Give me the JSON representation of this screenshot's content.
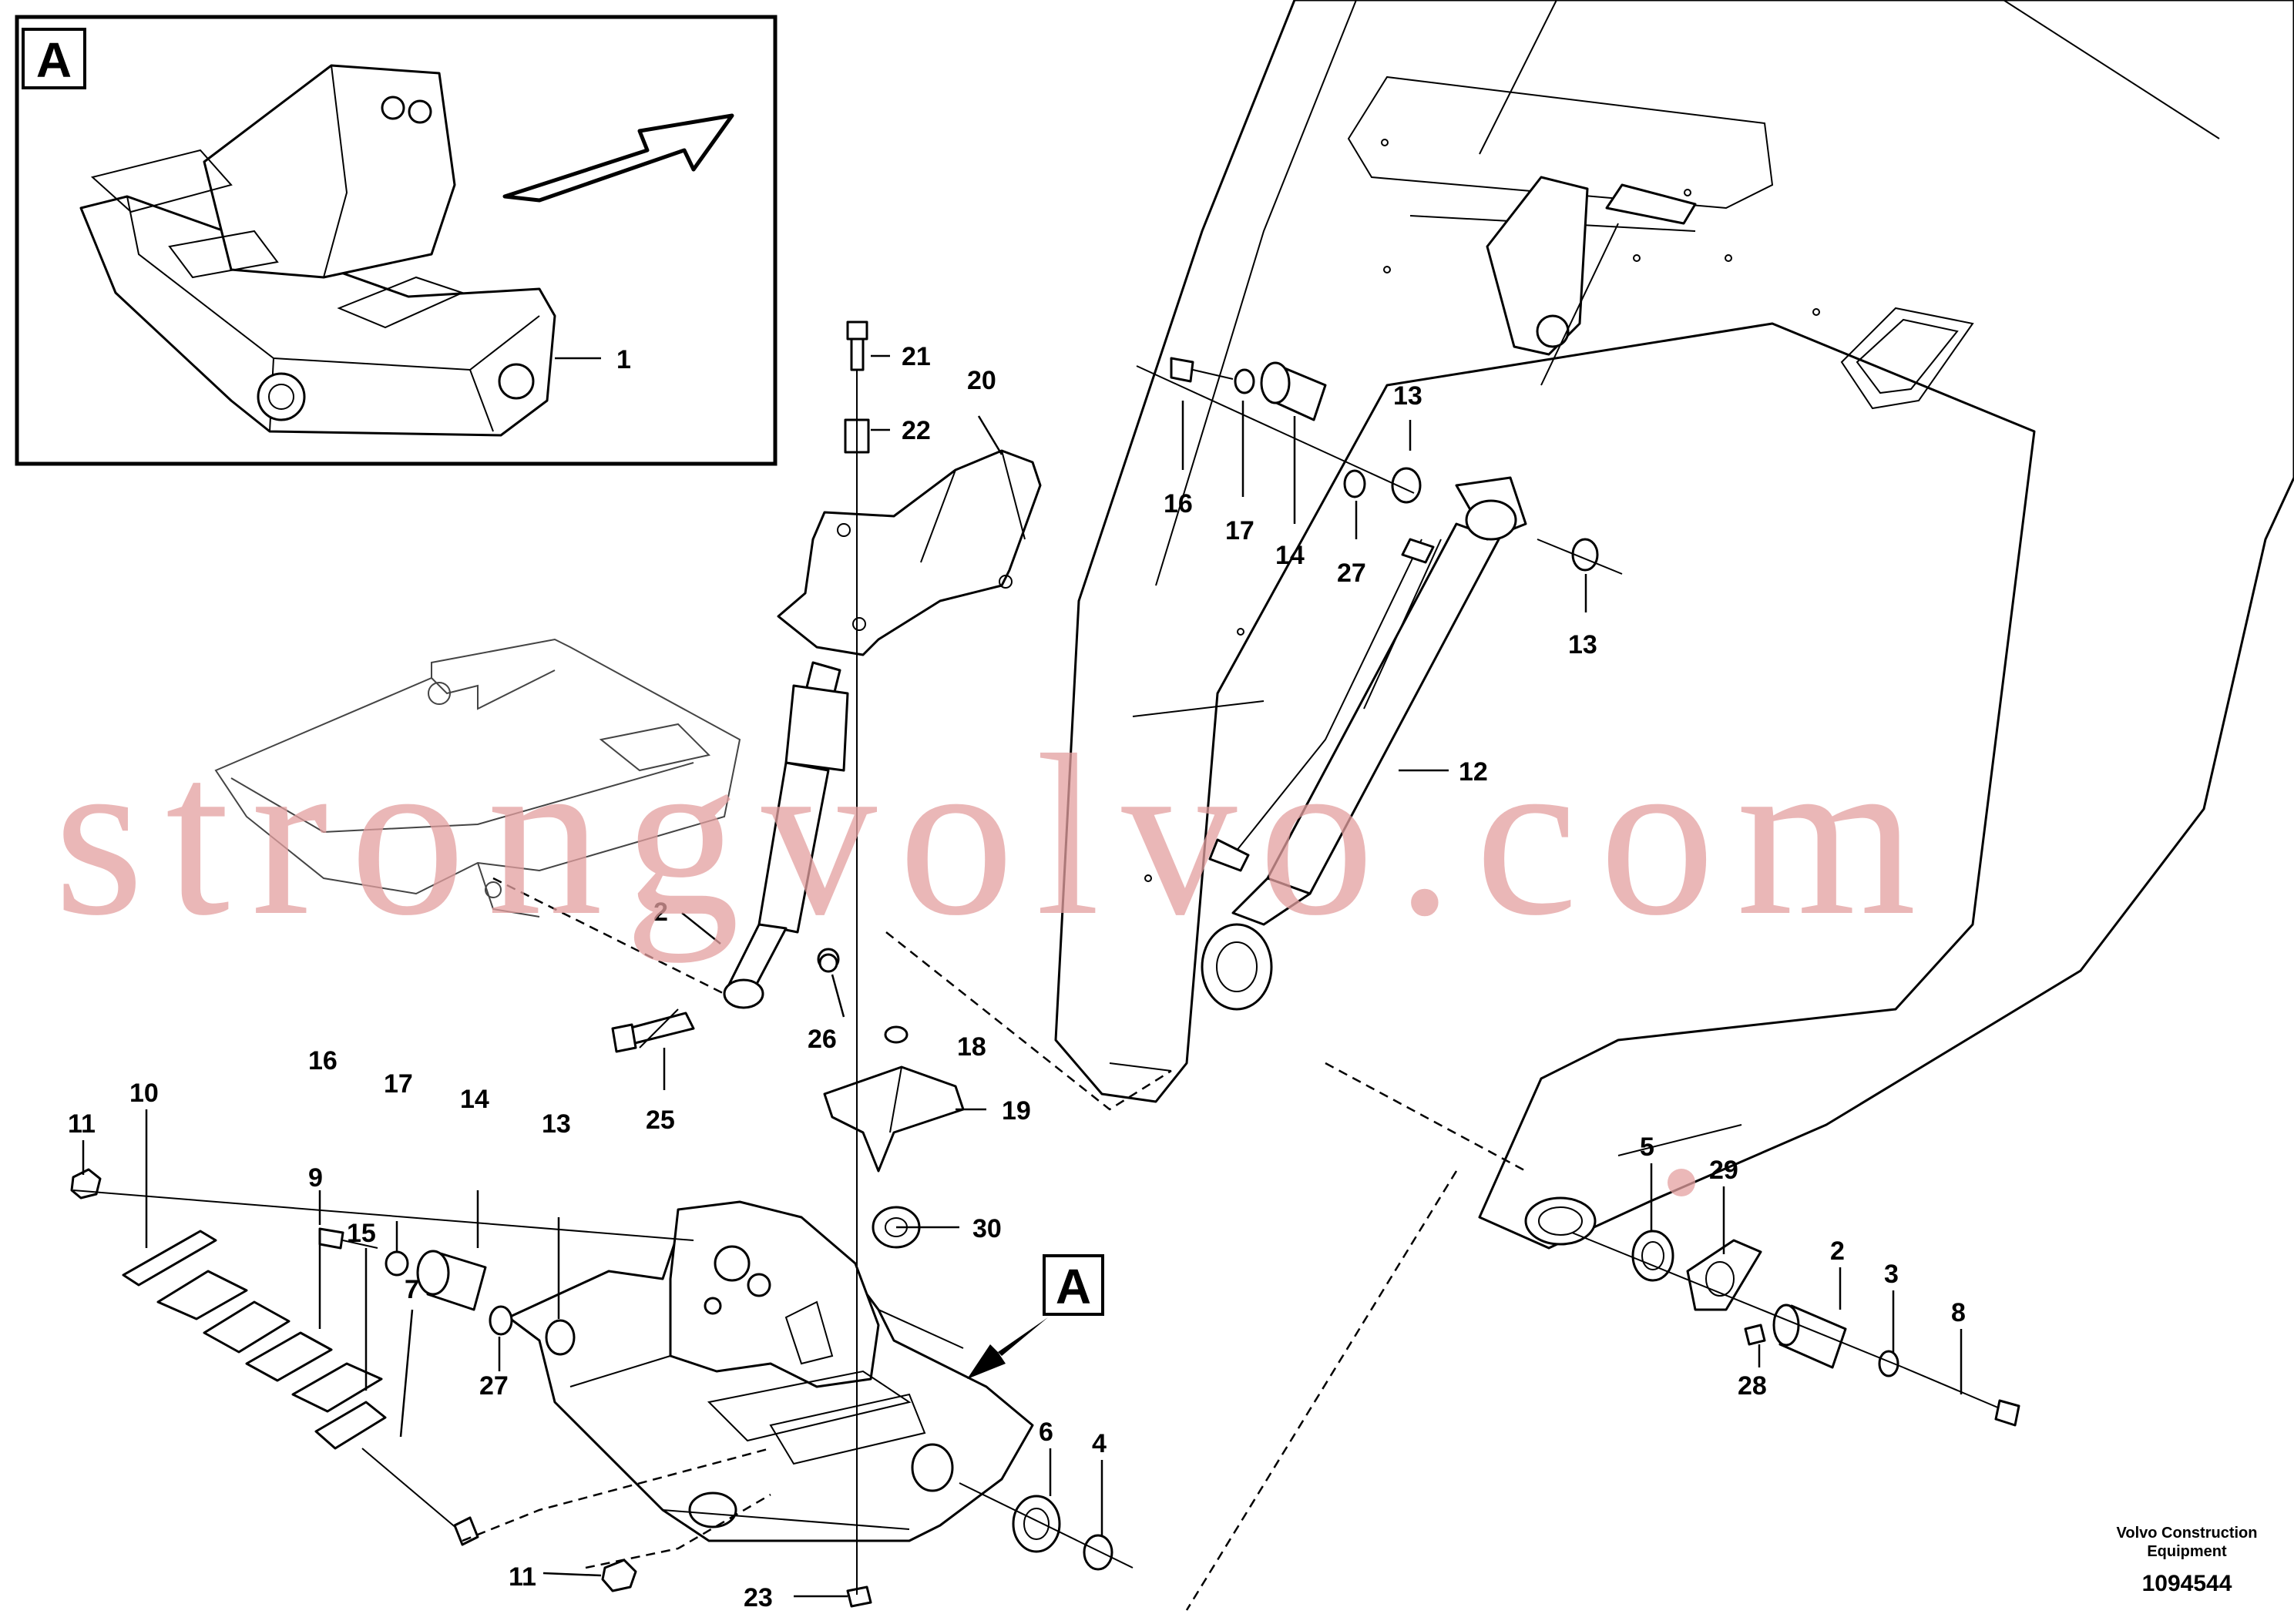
{
  "inset": {
    "tag": "A"
  },
  "callout_tag": "A",
  "watermark": "strongvolvo.com",
  "footer": {
    "brand_line1": "Volvo Construction",
    "brand_line2": "Equipment",
    "drawing_number": "1094544"
  },
  "part_labels": {
    "p1": "1",
    "p2a": "2",
    "p2b": "2",
    "p3": "3",
    "p4": "4",
    "p5": "5",
    "p6": "6",
    "p7": "7",
    "p8": "8",
    "p9": "9",
    "p10": "10",
    "p11a": "11",
    "p11b": "11",
    "p12": "12",
    "p13a": "13",
    "p13b": "13",
    "p13c": "13",
    "p14a": "14",
    "p14b": "14",
    "p15": "15",
    "p16a": "16",
    "p16b": "16",
    "p17a": "17",
    "p17b": "17",
    "p18": "18",
    "p19": "19",
    "p20": "20",
    "p21": "21",
    "p22": "22",
    "p23": "23",
    "p25": "25",
    "p26": "26",
    "p27a": "27",
    "p27b": "27",
    "p28": "28",
    "p29": "29",
    "p30": "30"
  }
}
